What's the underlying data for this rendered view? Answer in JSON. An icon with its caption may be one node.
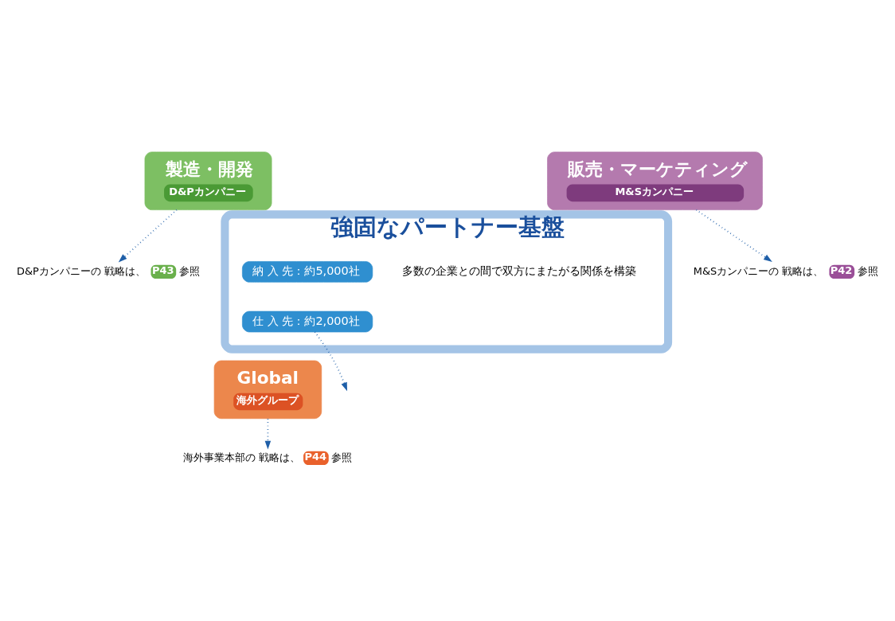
{
  "diagram": {
    "nodes": [
      {
        "text": [
          "製造・開発",
          "D&Pカンパニー"
        ]
      },
      {
        "text": [
          "販売・マーケティング",
          "M&Sカンパニー"
        ]
      },
      {
        "text": [
          "強固なパートナー基盤"
        ]
      },
      {
        "text": [
          "納 入 先：約5,000社"
        ],
        "in": 2
      },
      {
        "text": [
          "仕 入 先：約2,000社"
        ],
        "in": 2
      },
      {
        "text": [
          "Global",
          "海外グループ"
        ]
      },
      {
        "text": [
          "D&Pカンパニーの 戦略は、",
          "P43",
          "参照"
        ]
      },
      {
        "text": [
          "M&Sカンパニーの 戦略は、",
          "P42",
          "参照"
        ]
      },
      {
        "text": [
          "海外事業本部の 戦略は、",
          "P44",
          "参照"
        ]
      }
    ],
    "edges": [
      {
        "from": 0,
        "to": 6,
        "arrow": "to",
        "style": "dashed"
      },
      {
        "from": 1,
        "to": 7,
        "arrow": "to",
        "style": "dashed"
      },
      {
        "from": 5,
        "to": 8,
        "arrow": "to",
        "style": "dashed"
      },
      {
        "from": 4,
        "to": null,
        "arrow": "to",
        "style": "dashed"
      }
    ],
    "labels": [
      "多数の企業との間で双方にまたがる関係を構築"
    ]
  }
}
